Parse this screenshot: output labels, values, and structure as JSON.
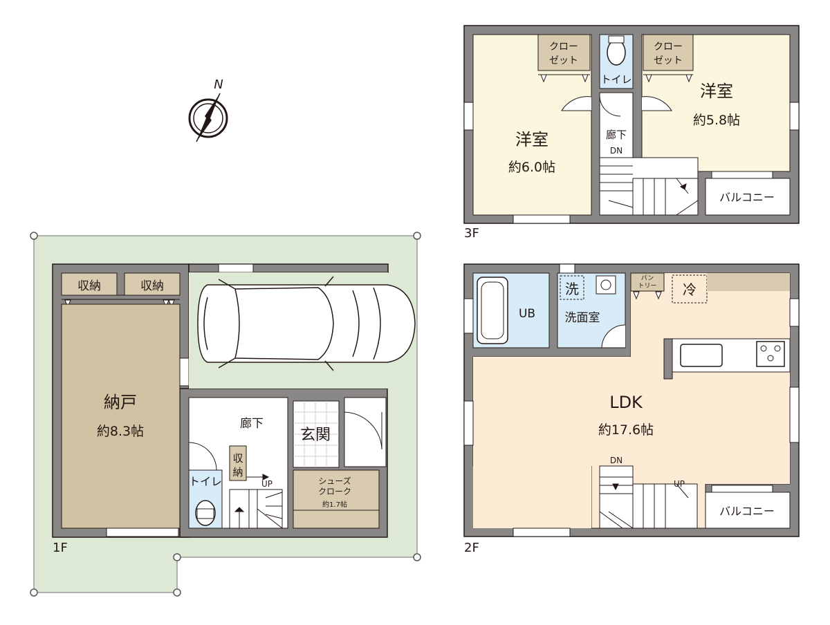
{
  "floors": {
    "f1": "1F",
    "f2": "2F",
    "f3": "3F"
  },
  "compass": {
    "north": "N"
  },
  "rooms_1f": {
    "storage_left": "収納",
    "storage_right": "収納",
    "nando": "納戸",
    "nando_size": "約8.3帖",
    "hallway": "廊下",
    "entrance": "玄関",
    "storage_small_1": "収",
    "storage_small_2": "納",
    "toilet": "トイレ",
    "shoes_closet_1": "シューズ",
    "shoes_closet_2": "クローク",
    "shoes_closet_size": "約1.7帖",
    "up": "UP"
  },
  "rooms_2f": {
    "ub": "UB",
    "wash": "洗",
    "washroom": "洗面室",
    "pantry_1": "パン",
    "pantry_2": "トリー",
    "fridge": "冷",
    "ldk": "LDK",
    "ldk_size": "約17.6帖",
    "dn": "DN",
    "up": "UP",
    "balcony": "バルコニー"
  },
  "rooms_3f": {
    "closet_left_1": "クロー",
    "closet_left_2": "ゼット",
    "closet_right_1": "クロー",
    "closet_right_2": "ゼット",
    "toilet": "トイレ",
    "bedroom_left": "洋室",
    "bedroom_left_size": "約6.0帖",
    "bedroom_right": "洋室",
    "bedroom_right_size": "約5.8帖",
    "hallway": "廊下",
    "dn": "DN",
    "balcony": "バルコニー"
  },
  "colors": {
    "wall": "#8a8886",
    "wall_edge": "#231815",
    "garden": "#dde9d4",
    "storage": "#d9cbb0",
    "nando": "#d0c2a2",
    "wet": "#d7ecf8",
    "bedroom": "#fbf7df",
    "ldk": "#fdebd6",
    "corridor": "#ffffff"
  }
}
